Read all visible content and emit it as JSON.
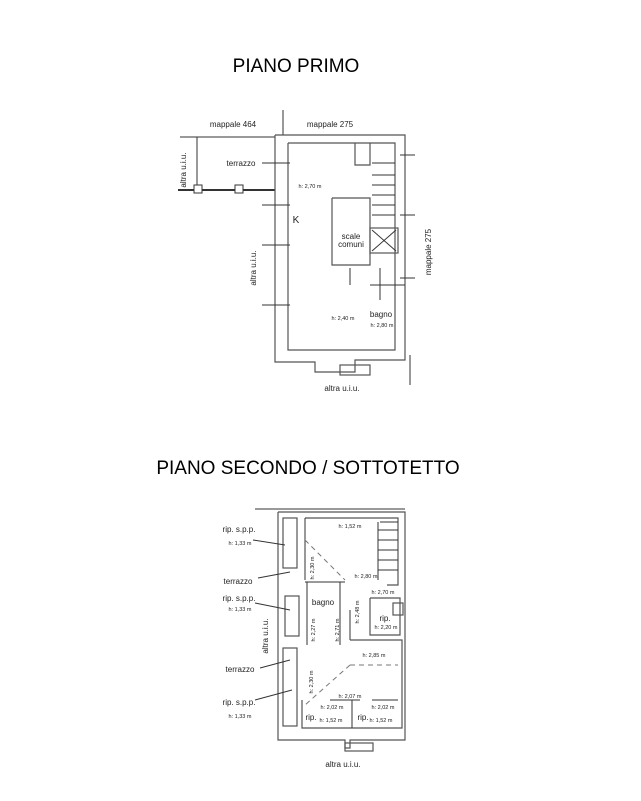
{
  "piano_primo": {
    "title": "PIANO PRIMO",
    "labels": {
      "mappale_464": "mappale 464",
      "mappale_275_top": "mappale 275",
      "mappale_275_side": "mappale 275",
      "altra_uiu_terrace": "altra u.i.u.",
      "altra_uiu_left": "altra u.i.u.",
      "altra_uiu_bottom": "altra u.i.u.",
      "terrazzo": "terrazzo",
      "h_main": "h: 2,70 m",
      "kitchen": "K",
      "scale_1": "scale",
      "scale_2": "comuni",
      "h_room": "h: 2,40 m",
      "bagno": "bagno",
      "h_bagno": "h: 2,80 m"
    }
  },
  "piano_secondo": {
    "title": "PIANO SECONDO / SOTTOTETTO",
    "labels": {
      "rip_spp_1": "rip. s.p.p.",
      "h_rip_spp_1": "h: 1,33 m",
      "h_152_top": "h: 1,52 m",
      "h_230_a": "h: 2,30 m",
      "terrazzo_1": "terrazzo",
      "h_280": "h: 2,80 m",
      "h_270": "h: 2,70 m",
      "rip_spp_2": "rip. s.p.p.",
      "h_rip_spp_2": "h: 1,33 m",
      "bagno": "bagno",
      "h_248": "h: 2,48 m",
      "rip_1": "rip.",
      "h_220": "h: 2,20 m",
      "h_227": "h: 2,27 m",
      "h_271": "h: 2,71 m",
      "altra_uiu_left": "altra u.i.u.",
      "h_285": "h: 2,85 m",
      "terrazzo_2": "terrazzo",
      "h_230_b": "h: 2,30 m",
      "h_207": "h: 2,07 m",
      "rip_spp_3": "rip. s.p.p.",
      "h_rip_spp_3": "h: 1,33 m",
      "h_202_a": "h: 2,02 m",
      "h_202_b": "h: 2,02 m",
      "rip_2": "rip.",
      "h_152_a": "h: 1,52 m",
      "rip_3": "rip.",
      "h_152_b": "h: 1,52 m",
      "altra_uiu_bottom": "altra u.i.u."
    }
  }
}
